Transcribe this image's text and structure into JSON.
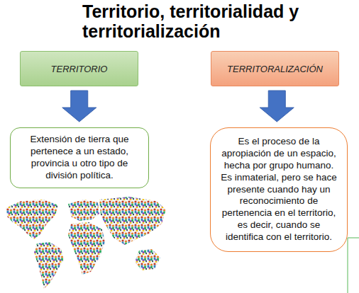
{
  "diagram": {
    "title": "Territorio, territorialidad y territorialización",
    "nodes": [
      {
        "text": [
          "TERRITORIO"
        ]
      },
      {
        "text": [
          "TERRITORALIZACIÓN"
        ]
      },
      {
        "text": [
          "Extensión de tierra que pertenece a un estado, provincia u otro tipo de división política."
        ]
      },
      {
        "text": [
          "Es el proceso de la apropiación de un espacio, hecha por grupo humano. Es inmaterial, pero se hace presente cuando hay un reconocimiento de pertenencia en el territorio, es decir, cuando se identifica con el territorio."
        ]
      }
    ],
    "edges": [
      {
        "from": 0,
        "to": 2,
        "arrow": "to"
      },
      {
        "from": 1,
        "to": 3,
        "arrow": "to"
      }
    ]
  }
}
